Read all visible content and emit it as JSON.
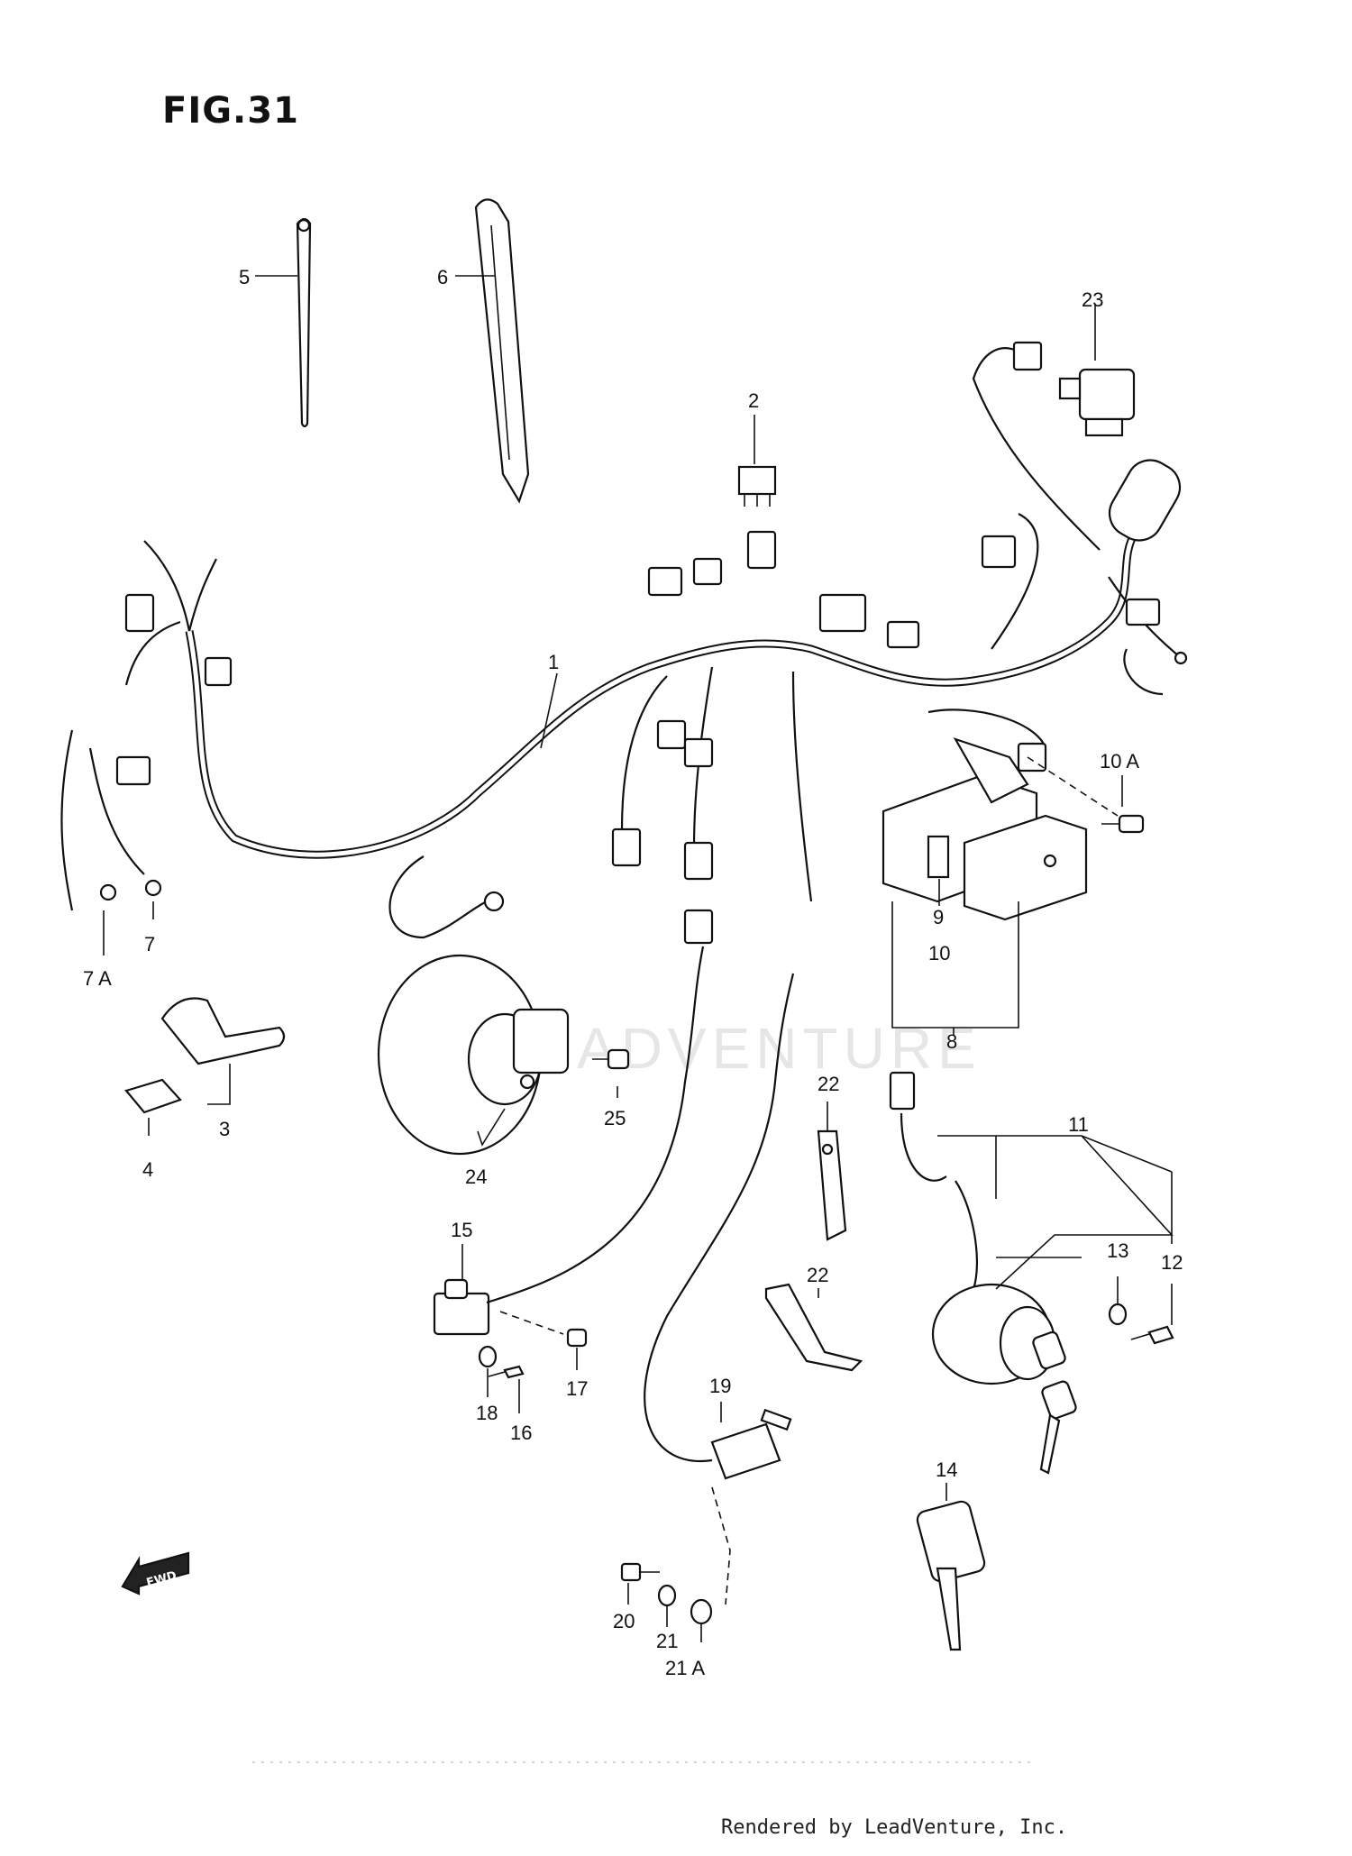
{
  "figure": {
    "title": "FIG.31"
  },
  "watermark": "ADVENTURE",
  "fwd_arrow_label": "FWD",
  "footer": "Rendered by LeadVenture, Inc.",
  "callouts": {
    "c1": "1",
    "c2": "2",
    "c3": "3",
    "c4": "4",
    "c5": "5",
    "c6": "6",
    "c7": "7",
    "c7a": "7 A",
    "c8": "8",
    "c9": "9",
    "c10": "10",
    "c10a": "10 A",
    "c11": "11",
    "c12": "12",
    "c13": "13",
    "c14": "14",
    "c15": "15",
    "c16": "16",
    "c17": "17",
    "c18": "18",
    "c19": "19",
    "c20": "20",
    "c21": "21",
    "c21a": "21 A",
    "c22a": "22",
    "c22b": "22",
    "c23": "23",
    "c24": "24",
    "c25": "25"
  }
}
